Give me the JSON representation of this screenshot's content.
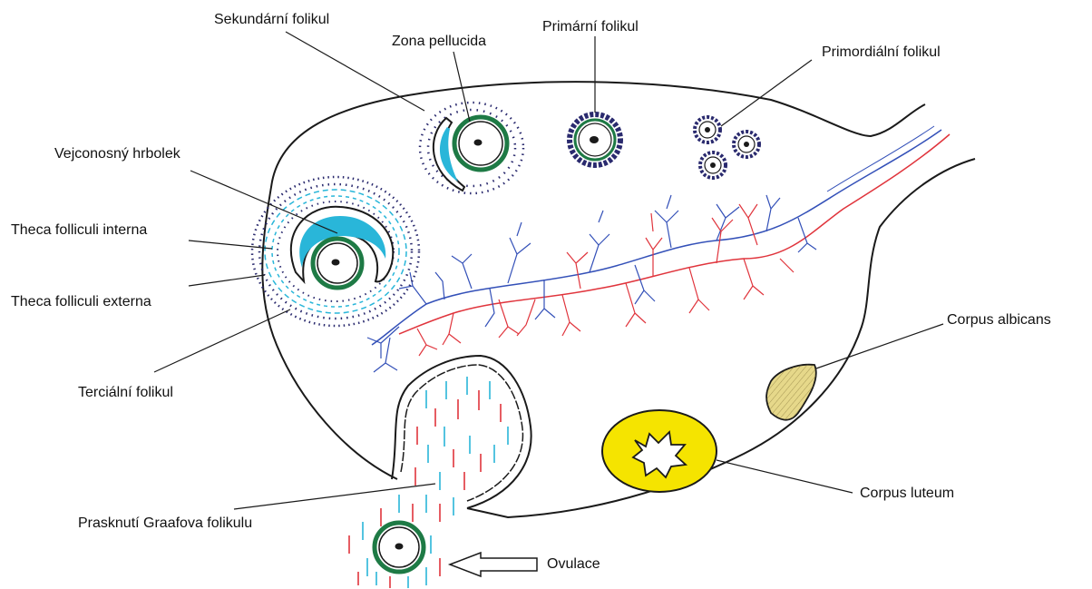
{
  "labels": {
    "sekundarni": "Sekundární folikul",
    "zona": "Zona pellucida",
    "primarni": "Primární folikul",
    "primordialni": "Primordiální folikul",
    "vejconosny": "Vejconosný hrbolek",
    "theca_interna": "Theca folliculi interna",
    "theca_externa": "Theca folliculi externa",
    "tercialni": "Terciální folikul",
    "corpus_albicans": "Corpus albicans",
    "corpus_luteum": "Corpus luteum",
    "prasknuti": "Prasknutí Graafova folikulu",
    "ovulace": "Ovulace"
  },
  "colors": {
    "outline": "#1a1a1a",
    "zona_green": "#1e7a45",
    "cumulus_cyan": "#29b6d9",
    "granulosa_navy": "#2a2a6e",
    "artery_red": "#e0343c",
    "vein_blue": "#3350b8",
    "luteum_yellow": "#f5e400",
    "albicans_khaki": "#e6d88a"
  }
}
